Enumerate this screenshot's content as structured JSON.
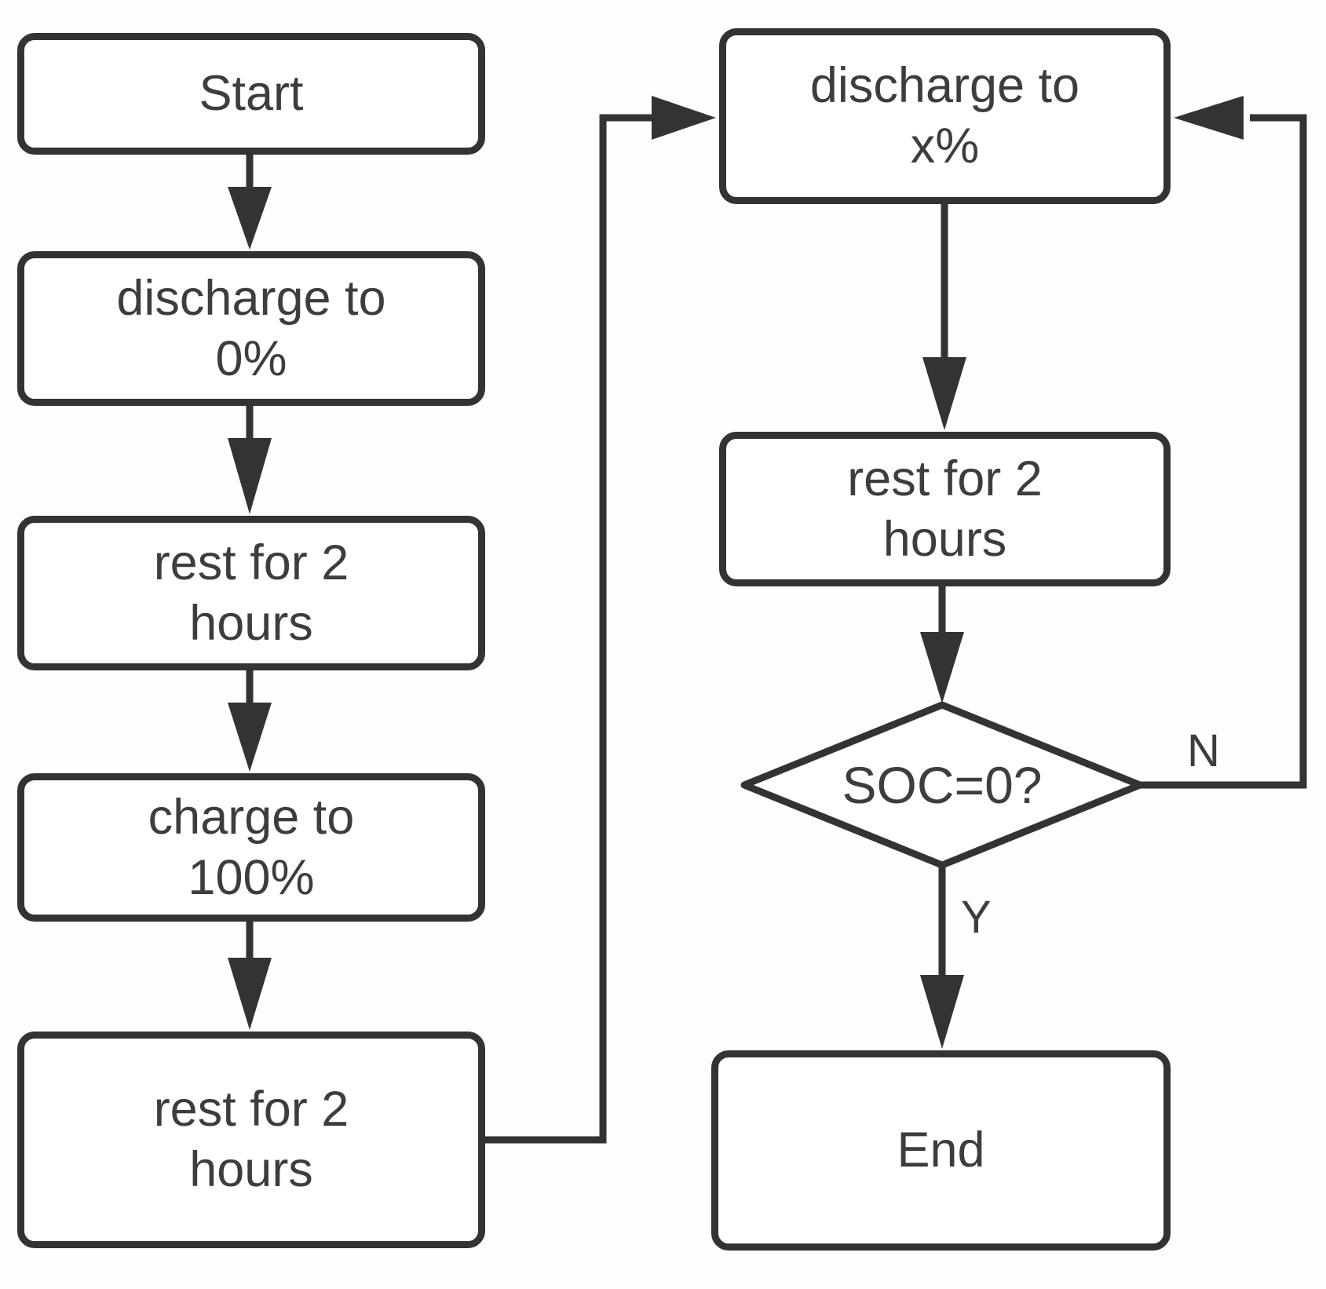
{
  "diagram": {
    "type": "flowchart",
    "nodes": [
      {
        "id": "start",
        "shape": "rounded-rect",
        "lines": [
          "Start"
        ]
      },
      {
        "id": "discharge-to-0",
        "shape": "rounded-rect",
        "lines": [
          "discharge to",
          "0%"
        ]
      },
      {
        "id": "rest-1",
        "shape": "rounded-rect",
        "lines": [
          "rest for 2",
          "hours"
        ]
      },
      {
        "id": "charge-to-100",
        "shape": "rounded-rect",
        "lines": [
          "charge to",
          "100%"
        ]
      },
      {
        "id": "rest-2",
        "shape": "rounded-rect",
        "lines": [
          "rest for 2",
          "hours"
        ]
      },
      {
        "id": "discharge-to-x",
        "shape": "rounded-rect",
        "lines": [
          "discharge to",
          "x%"
        ]
      },
      {
        "id": "rest-3",
        "shape": "rounded-rect",
        "lines": [
          "rest for 2",
          "hours"
        ]
      },
      {
        "id": "soc-check",
        "shape": "diamond",
        "lines": [
          "SOC=0?"
        ]
      },
      {
        "id": "end",
        "shape": "rounded-rect",
        "lines": [
          "End"
        ]
      }
    ],
    "edges": [
      {
        "from": "start",
        "to": "discharge-to-0",
        "label": ""
      },
      {
        "from": "discharge-to-0",
        "to": "rest-1",
        "label": ""
      },
      {
        "from": "rest-1",
        "to": "charge-to-100",
        "label": ""
      },
      {
        "from": "charge-to-100",
        "to": "rest-2",
        "label": ""
      },
      {
        "from": "rest-2",
        "to": "discharge-to-x",
        "label": ""
      },
      {
        "from": "discharge-to-x",
        "to": "rest-3",
        "label": ""
      },
      {
        "from": "rest-3",
        "to": "soc-check",
        "label": ""
      },
      {
        "from": "soc-check",
        "to": "end",
        "label": "Y"
      },
      {
        "from": "soc-check",
        "to": "discharge-to-x",
        "label": "N"
      }
    ],
    "stroke_color": "#333333",
    "text_color": "#3d3d3d",
    "background_color": "#ffffff"
  }
}
